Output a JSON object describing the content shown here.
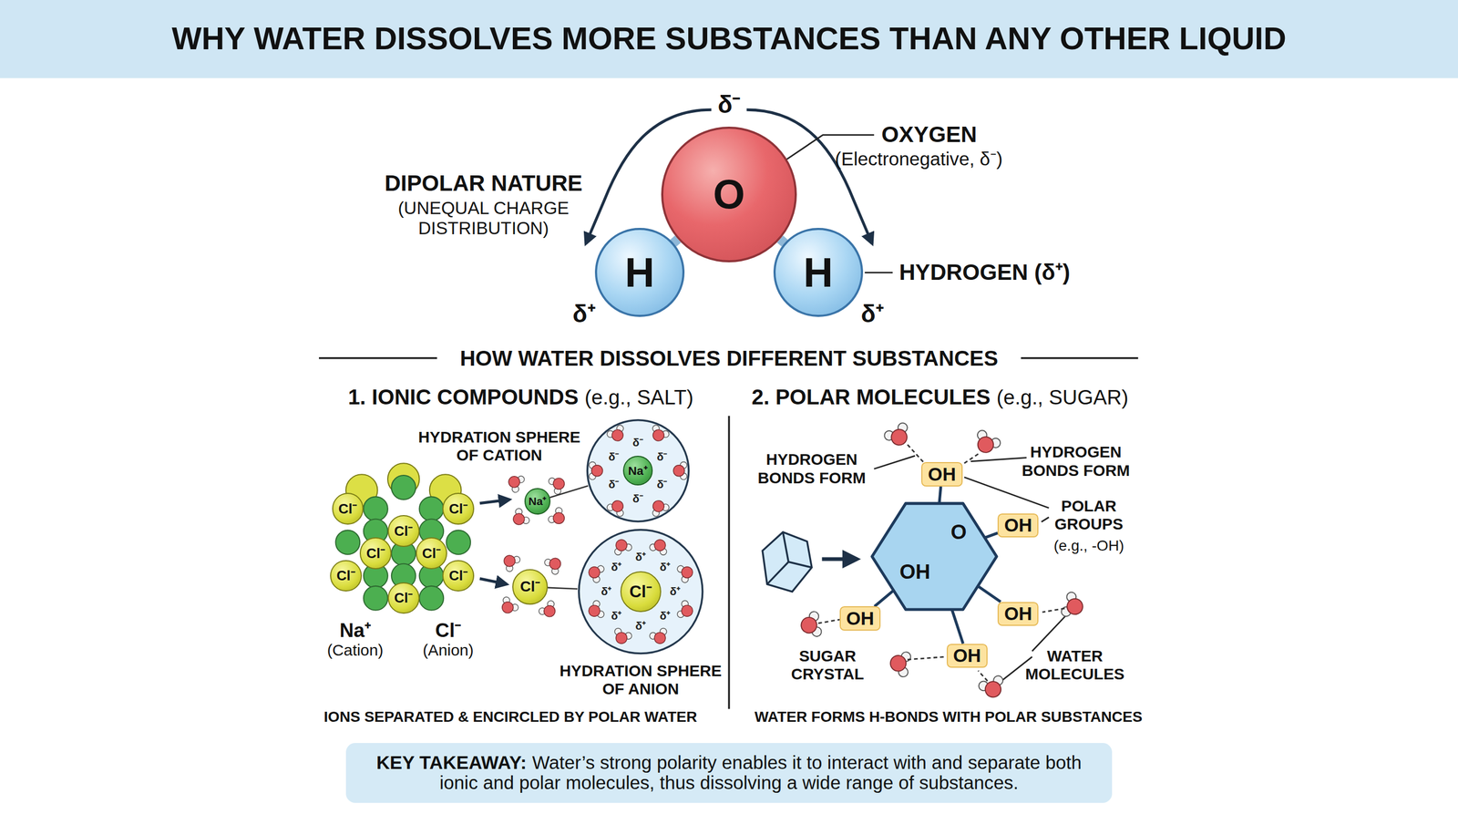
{
  "diagram": {
    "title": "WHY WATER DISSOLVES MORE SUBSTANCES THAN ANY OTHER LIQUID",
    "nodes": [
      {
        "text": [
          "O"
        ]
      },
      {
        "text": [
          "H"
        ]
      },
      {
        "text": [
          "H"
        ]
      },
      {
        "text": [
          "Cl⁻"
        ]
      },
      {
        "text": [
          "Cl⁻"
        ]
      },
      {
        "text": [
          "Cl⁻"
        ]
      },
      {
        "text": [
          "Cl⁻"
        ]
      },
      {
        "text": [
          "Cl⁻"
        ]
      },
      {
        "text": [
          "Cl⁻"
        ]
      },
      {
        "text": [
          "Cl⁻"
        ]
      },
      {
        "text": [
          "Cl⁻"
        ]
      },
      {
        "text": [
          "Na⁺"
        ]
      },
      {
        "text": [
          "Cl⁻"
        ]
      },
      {
        "text": [
          "δ⁻",
          "δ⁻",
          "δ⁻",
          "δ⁻",
          "δ⁻",
          "δ⁻"
        ]
      },
      {
        "text": [
          "Na⁺"
        ],
        "in": 13
      },
      {
        "text": [
          "δ⁺",
          "δ⁺",
          "δ⁺",
          "δ⁺",
          "δ⁺",
          "δ⁺",
          "δ⁺",
          "δ⁺"
        ]
      },
      {
        "text": [
          "Cl⁻"
        ],
        "in": 15
      },
      {
        "text": [
          "O",
          "OH"
        ]
      },
      {
        "text": [
          "OH"
        ]
      },
      {
        "text": [
          "OH"
        ]
      },
      {
        "text": [
          "OH"
        ]
      },
      {
        "text": [
          "OH"
        ]
      },
      {
        "text": [
          "OH"
        ]
      },
      {
        "text": [
          "KEY TAKEAWAY:",
          "Water’s strong polarity enables it to interact with and separate both ionic and polar molecules, thus dissolving a wide range of substances."
        ]
      }
    ],
    "edges": [
      {
        "from": 0,
        "to": 1,
        "arrow": "none"
      },
      {
        "from": 0,
        "to": 2,
        "arrow": "none"
      },
      {
        "from": 11,
        "to": 13,
        "arrow": "none"
      },
      {
        "from": 12,
        "to": 15,
        "arrow": "none"
      },
      {
        "from": 17,
        "to": 18,
        "arrow": "none"
      },
      {
        "from": 17,
        "to": 19,
        "arrow": "none"
      },
      {
        "from": 17,
        "to": 20,
        "arrow": "none"
      },
      {
        "from": 17,
        "to": 21,
        "arrow": "none"
      },
      {
        "from": 17,
        "to": 22,
        "arrow": "none"
      }
    ],
    "labels": [
      "δ⁻",
      "OXYGEN",
      "(Electronegative, δ⁻)",
      "DIPOLAR NATURE",
      "(UNEQUAL CHARGE DISTRIBUTION)",
      "δ⁺",
      "δ⁺",
      "HYDROGEN (δ⁺)",
      "HOW WATER DISSOLVES DIFFERENT SUBSTANCES",
      "1. IONIC COMPOUNDS",
      "(e.g., SALT)",
      "2. POLAR MOLECULES",
      "(e.g., SUGAR)",
      "HYDRATION SPHERE OF CATION",
      "Na⁺",
      "(Cation)",
      "Cl⁻",
      "(Anion)",
      "HYDRATION SPHERE OF ANION",
      "IONS SEPARATED & ENCIRCLED BY POLAR WATER",
      "HYDROGEN BONDS FORM",
      "HYDROGEN BONDS FORM",
      "POLAR GROUPS",
      "(e.g., -OH)",
      "SUGAR CRYSTAL",
      "WATER MOLECULES",
      "WATER FORMS H-BONDS WITH POLAR SUBSTANCES"
    ]
  }
}
